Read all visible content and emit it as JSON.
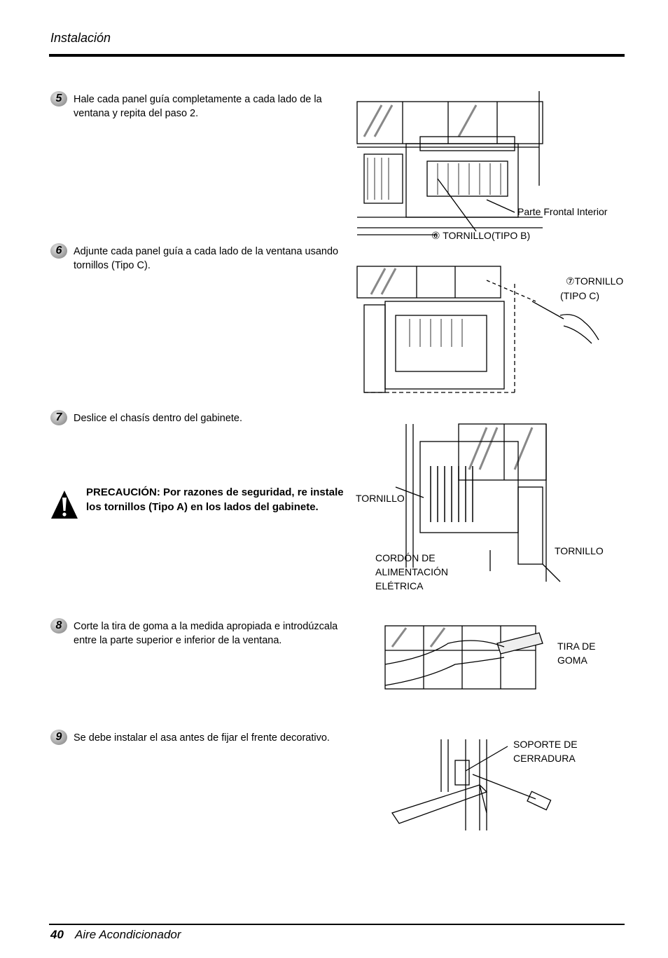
{
  "header": {
    "title": "Instalación"
  },
  "steps": [
    {
      "number": "5",
      "text": "Hale cada panel guía completamente a cada lado de la ventana y repita del paso 2."
    },
    {
      "number": "6",
      "text": "Adjunte cada panel guía a cada lado de la ventana usando tornillos (Tipo C)."
    },
    {
      "number": "7",
      "text": "Deslice el chasís dentro del gabinete."
    },
    {
      "number": "8",
      "text": "Corte la tira de goma a la medida apropiada e introdúzcala entre la parte superior e inferior de la ventana."
    },
    {
      "number": "9",
      "text": "Se debe instalar el asa antes de fijar el frente decorativo."
    }
  ],
  "caution": {
    "text": "PRECAUCIÓN: Por razones de seguridad, re instale los tornillos (Tipo A) en los lados del gabinete."
  },
  "figures": {
    "fig1": {
      "front": "Parte Frontal Interior",
      "screw": "⑥ TORNILLO(TIPO B)"
    },
    "fig2": {
      "screw_line1": "⑦TORNILLO",
      "screw_line2": "(TIPO C)"
    },
    "fig3": {
      "screw_left": "TORNILLO",
      "screw_right": "TORNILLO",
      "cord_line1": "CORDÓN DE",
      "cord_line2": "ALIMENTACIÓN",
      "cord_line3": "ELÉTRICA"
    },
    "fig4": {
      "strip_line1": "TIRA DE",
      "strip_line2": "GOMA"
    },
    "fig5": {
      "bracket_line1": "SOPORTE DE",
      "bracket_line2": "CERRADURA"
    }
  },
  "footer": {
    "page_number": "40",
    "title": "Aire Acondicionador"
  }
}
